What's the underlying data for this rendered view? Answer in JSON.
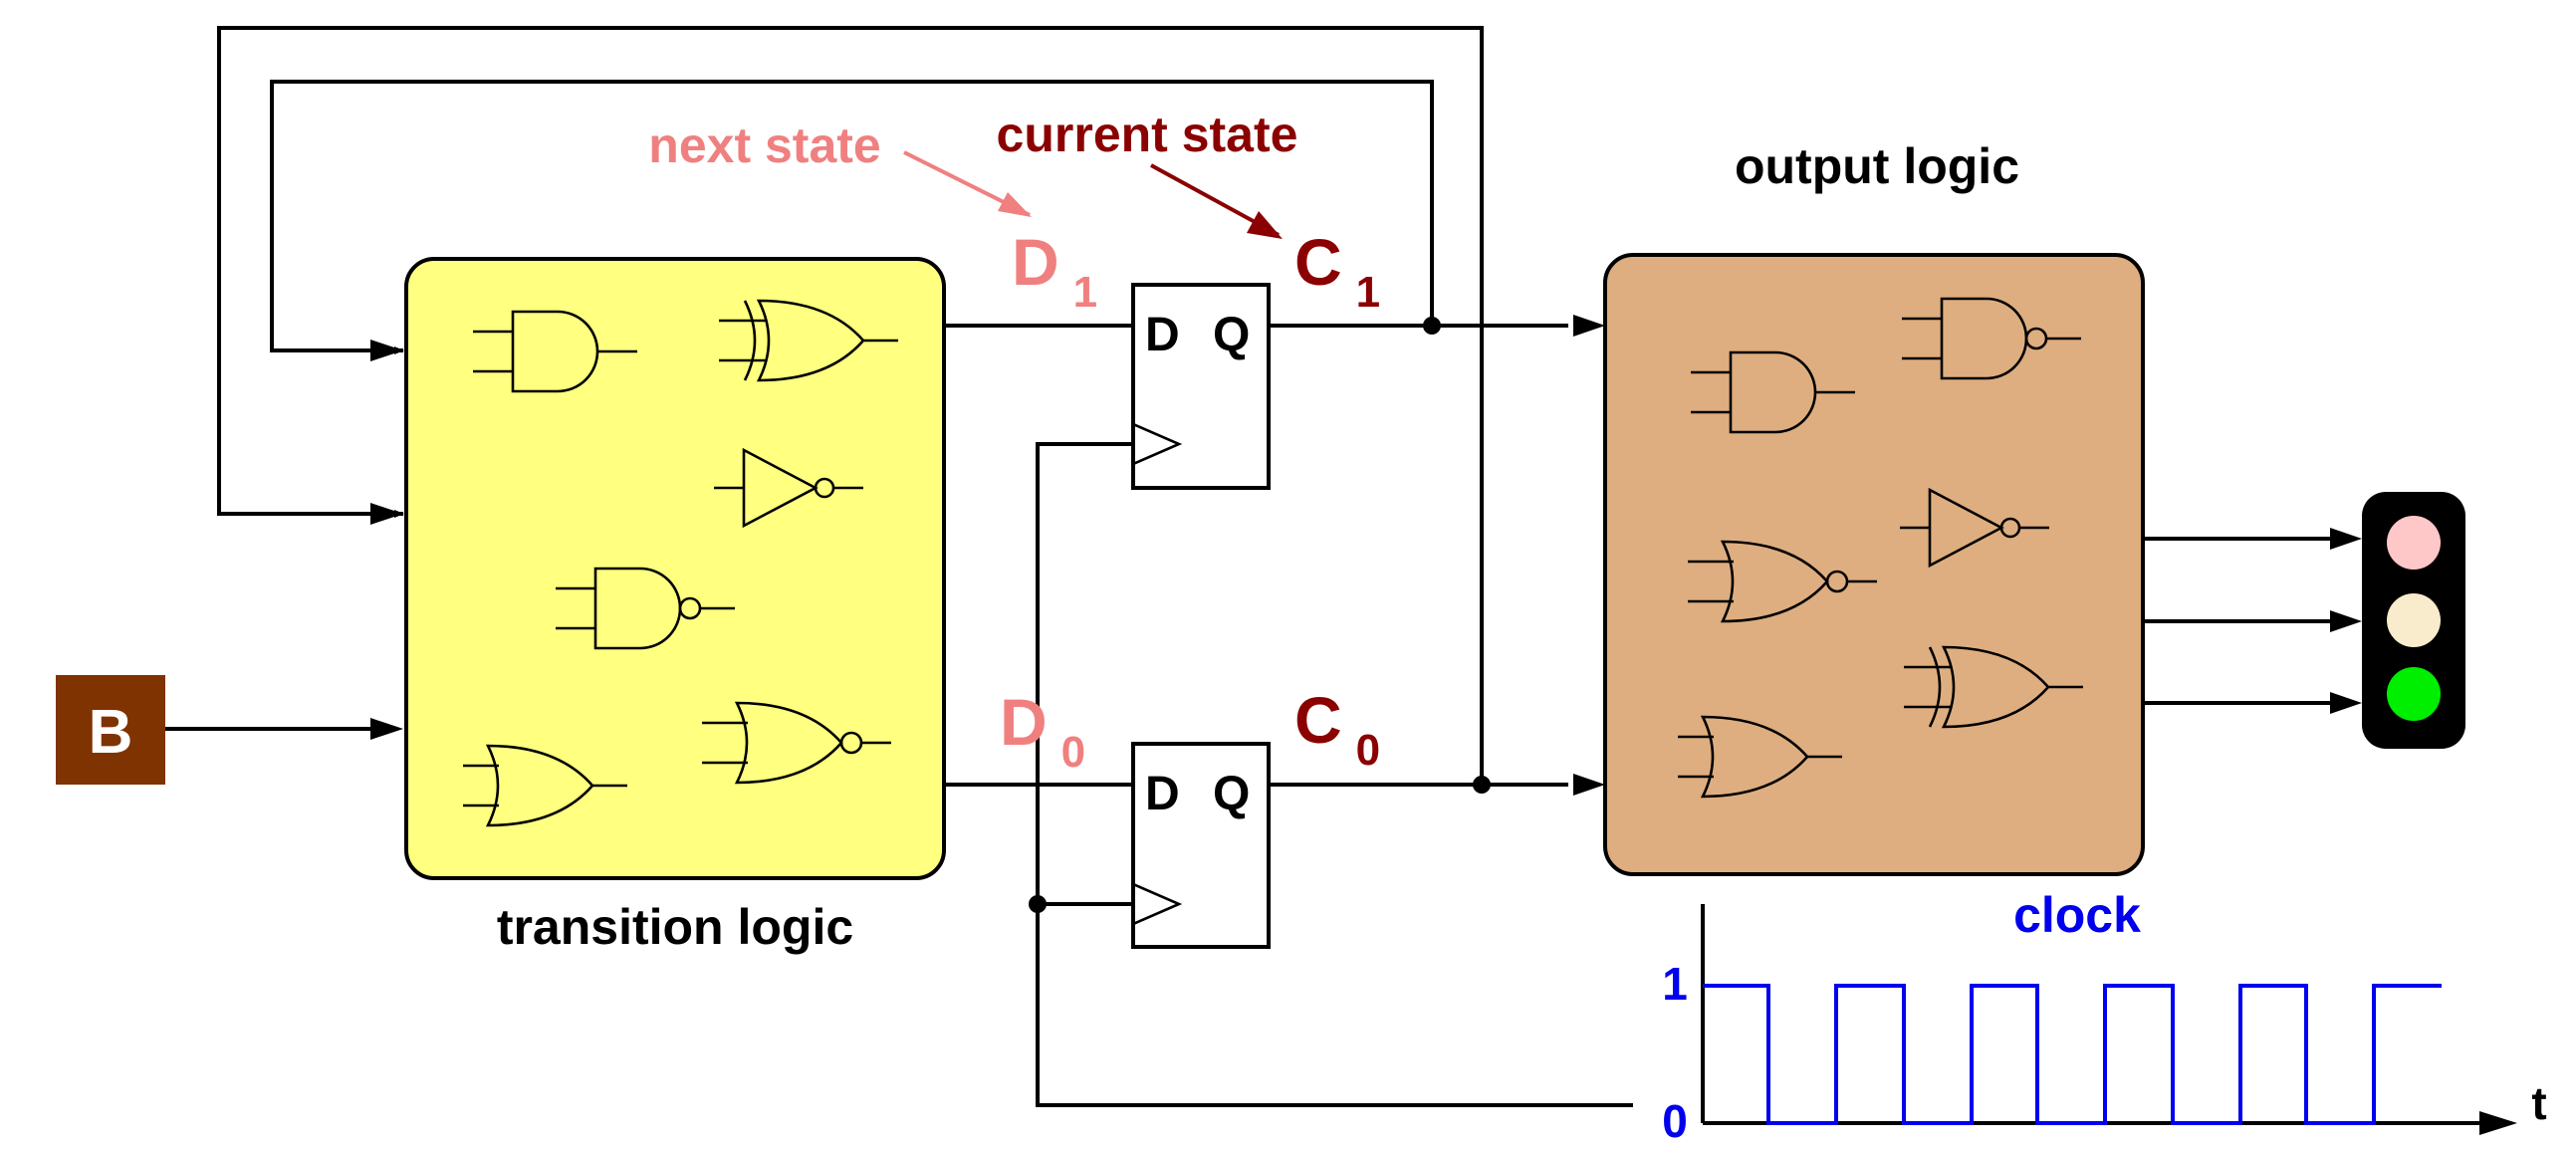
{
  "labels": {
    "next_state": "next state",
    "current_state": "current state",
    "d1": "D",
    "d1_sub": "1",
    "c1": "C",
    "c1_sub": "1",
    "d0": "D",
    "d0_sub": "0",
    "c0": "C",
    "c0_sub": "0",
    "output_logic": "output logic",
    "transition_logic": "transition logic",
    "clock": "clock",
    "input_b": "B"
  },
  "flipflop_1": {
    "d": "D",
    "q": "Q"
  },
  "flipflop_0": {
    "d": "D",
    "q": "Q"
  },
  "clock_axis": {
    "high": "1",
    "low": "0",
    "time": "t"
  },
  "colors": {
    "next_state": "#f08080",
    "current_state": "#8b0000",
    "transition_logic_fill": "#ffff80",
    "output_logic_fill": "#deae80",
    "input_box": "#7f3300",
    "clock": "#0000ee",
    "light_red": "#ffc8c8",
    "light_yellow": "#f8eccc",
    "light_green": "#00ee00"
  },
  "traffic_light": [
    "red-light",
    "yellow-light",
    "green-light"
  ]
}
